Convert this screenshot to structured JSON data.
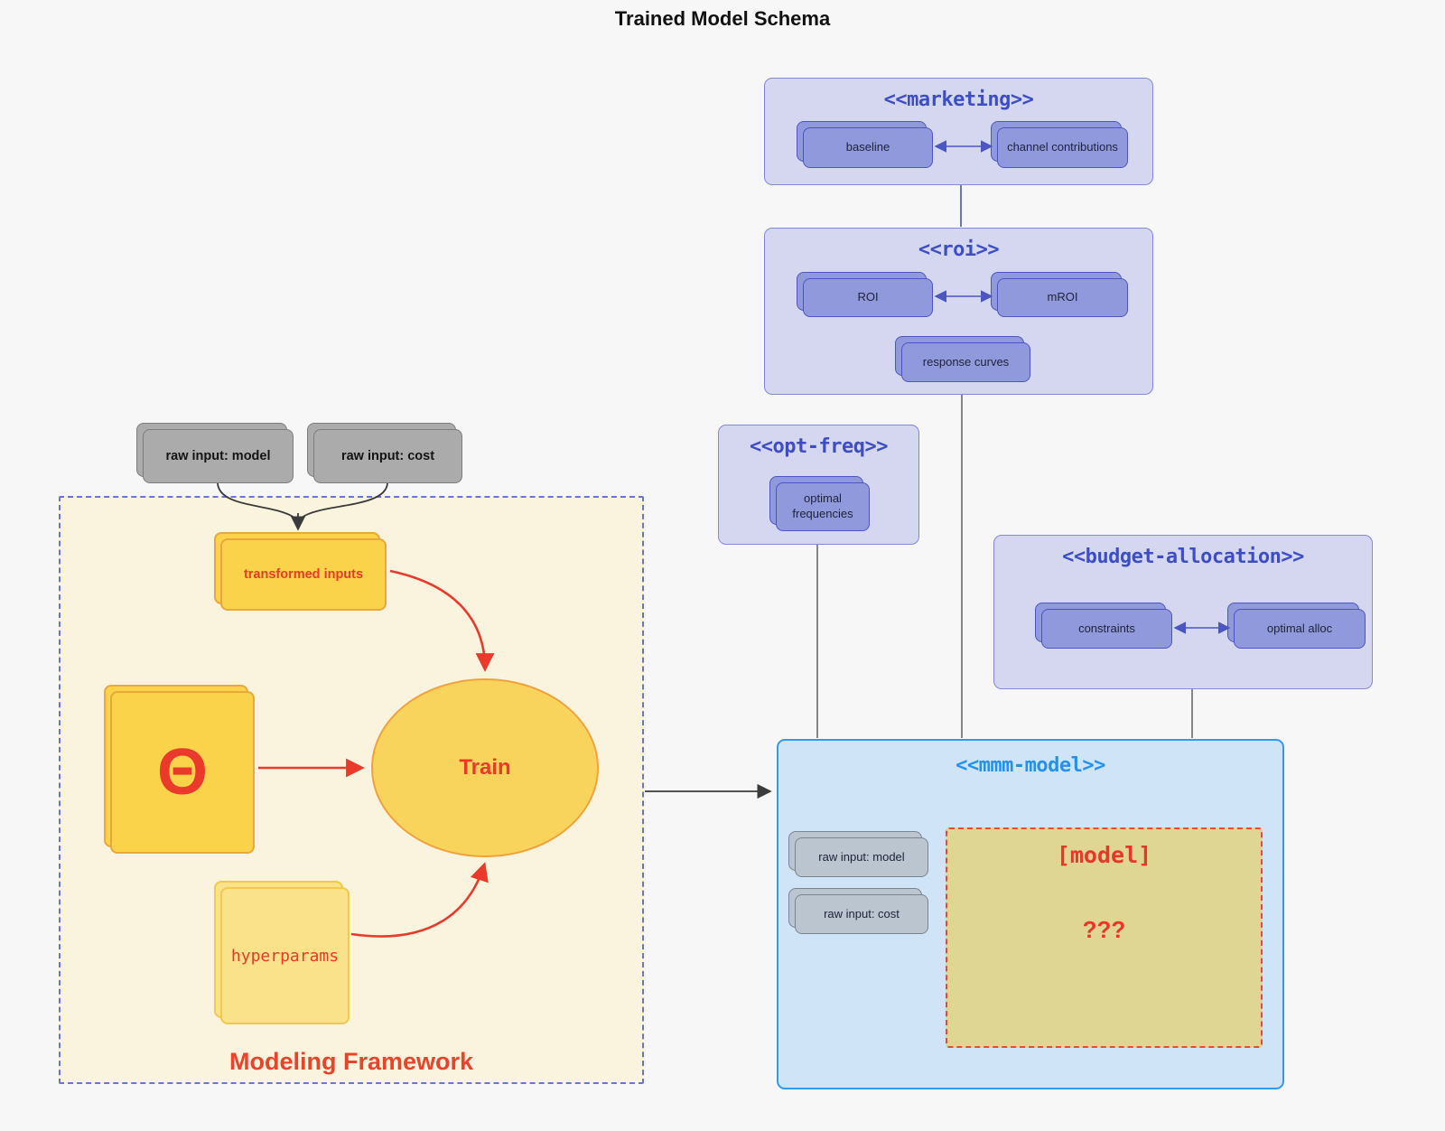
{
  "title": "Trained Model Schema",
  "classes": {
    "marketing": {
      "title": "<<marketing>>",
      "nodes": {
        "left": "baseline",
        "right": "channel contributions"
      }
    },
    "roi": {
      "title": "<<roi>>",
      "nodes": {
        "left": "ROI",
        "right": "mROI",
        "bottom": "response curves"
      }
    },
    "opt_freq": {
      "title": "<<opt-freq>>",
      "nodes": {
        "main": "optimal frequencies"
      }
    },
    "budget": {
      "title": "<<budget-allocation>>",
      "nodes": {
        "left": "constraints",
        "right": "optimal alloc"
      }
    },
    "mmm": {
      "title": "<<mmm-model>>",
      "nodes": {
        "input_model": "raw input: model",
        "input_cost": "raw input: cost"
      },
      "model_box": {
        "label": "[model]",
        "placeholder": "???"
      }
    }
  },
  "sources": {
    "model": "raw input: model",
    "cost": "raw input: cost"
  },
  "framework": {
    "label": "Modeling Framework",
    "nodes": {
      "transformed": "transformed inputs",
      "theta": "Θ",
      "train": "Train",
      "hyperparams": "hyperparams"
    }
  },
  "colors": {
    "page_bg": "#f7f7f8",
    "purple_container_bg": "#d5d7f1",
    "purple_container_border": "#8289d9",
    "purple_node_bg": "#9099dc",
    "purple_node_border": "#4b55c4",
    "purple_title": "#3d4ec5",
    "blue_container_bg": "#cfe4f6",
    "blue_border": "#2f9bee",
    "blue_title": "#2492ed",
    "gray_node_bg": "#ababab",
    "slate_node_bg": "#bac5d0",
    "khaki_bg": "#ded692",
    "yellow_bg": "#fbd34b",
    "yellow_border": "#eaa73a",
    "light_yellow_bg": "#f9e289",
    "cream_bg": "#faf3de",
    "red_accent": "#e93a2b",
    "edge_dark": "#3b3b3b",
    "edge_gray": "#555555",
    "edge_indigo": "#6a74cc"
  }
}
